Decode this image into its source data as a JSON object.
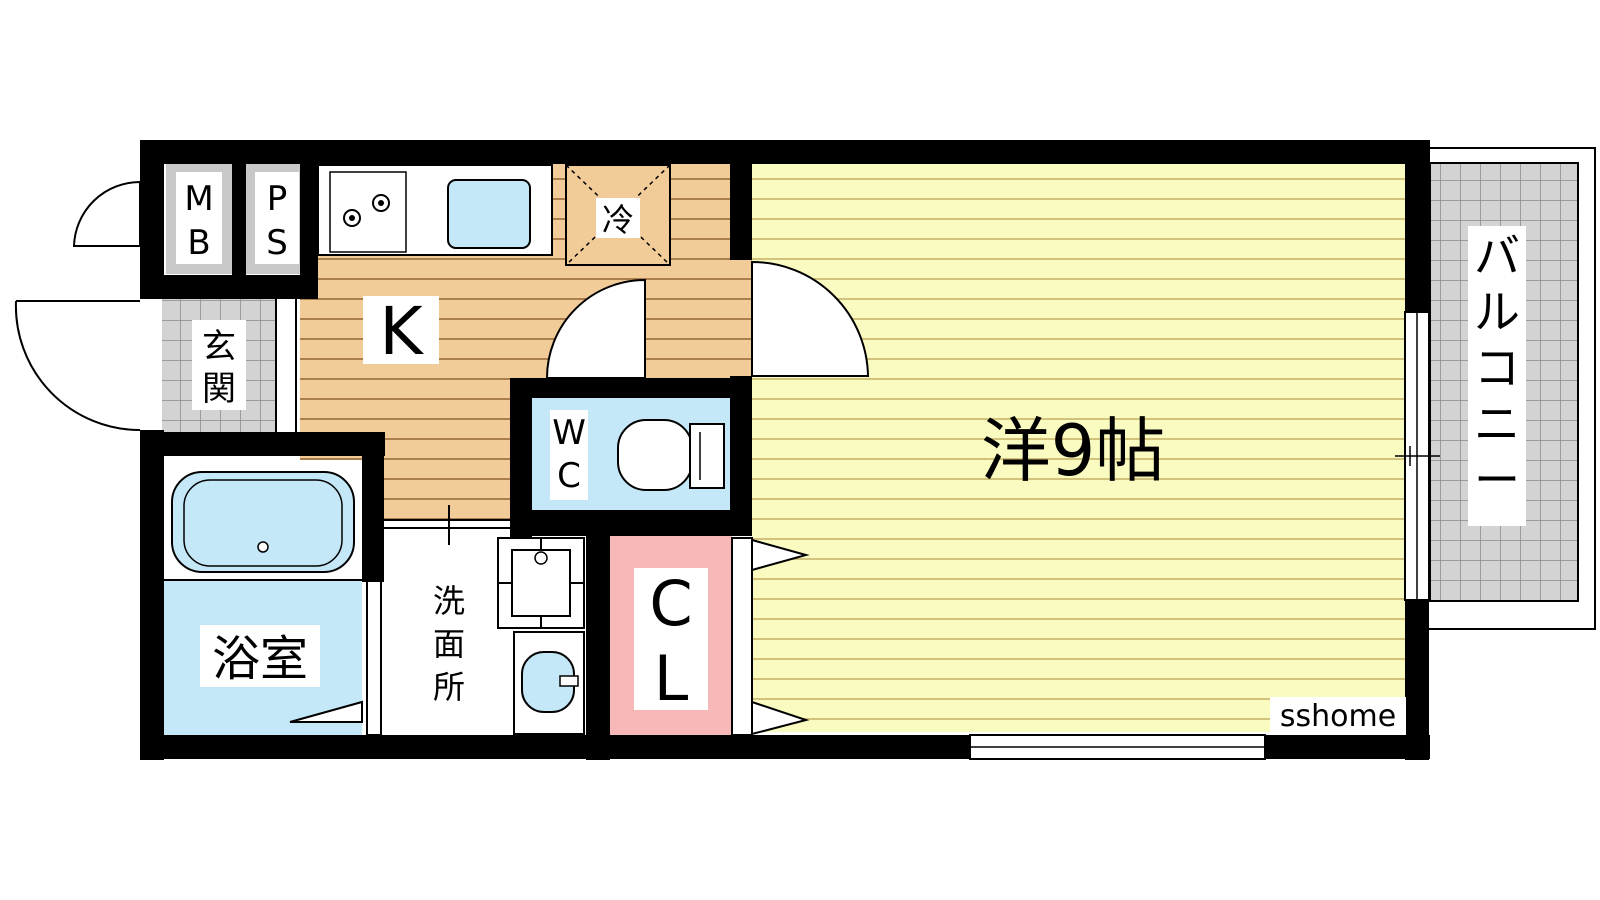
{
  "floorplan": {
    "rooms": {
      "western": "洋9帖",
      "kitchen": "K",
      "bath": "浴室",
      "washroom": [
        "洗",
        "面",
        "所"
      ],
      "entrance": [
        "玄",
        "関"
      ],
      "wc": [
        "W",
        "C"
      ],
      "closet": [
        "C",
        "L"
      ],
      "mb": [
        "M",
        "B"
      ],
      "ps": [
        "P",
        "S"
      ],
      "fridge": "冷",
      "balcony": [
        "バ",
        "ル",
        "コ",
        "ニ",
        "ー"
      ]
    },
    "watermark": "sshome",
    "colors": {
      "western_floor": "#fafbc0",
      "western_lines": "#c8b56a",
      "kitchen_floor": "#f1cc98",
      "kitchen_lines": "#9a6a3a",
      "water_room": "#c4e8f7",
      "closet": "#f7b8b8",
      "grey_tile": "#d0d0d0",
      "wall": "#000000"
    }
  }
}
